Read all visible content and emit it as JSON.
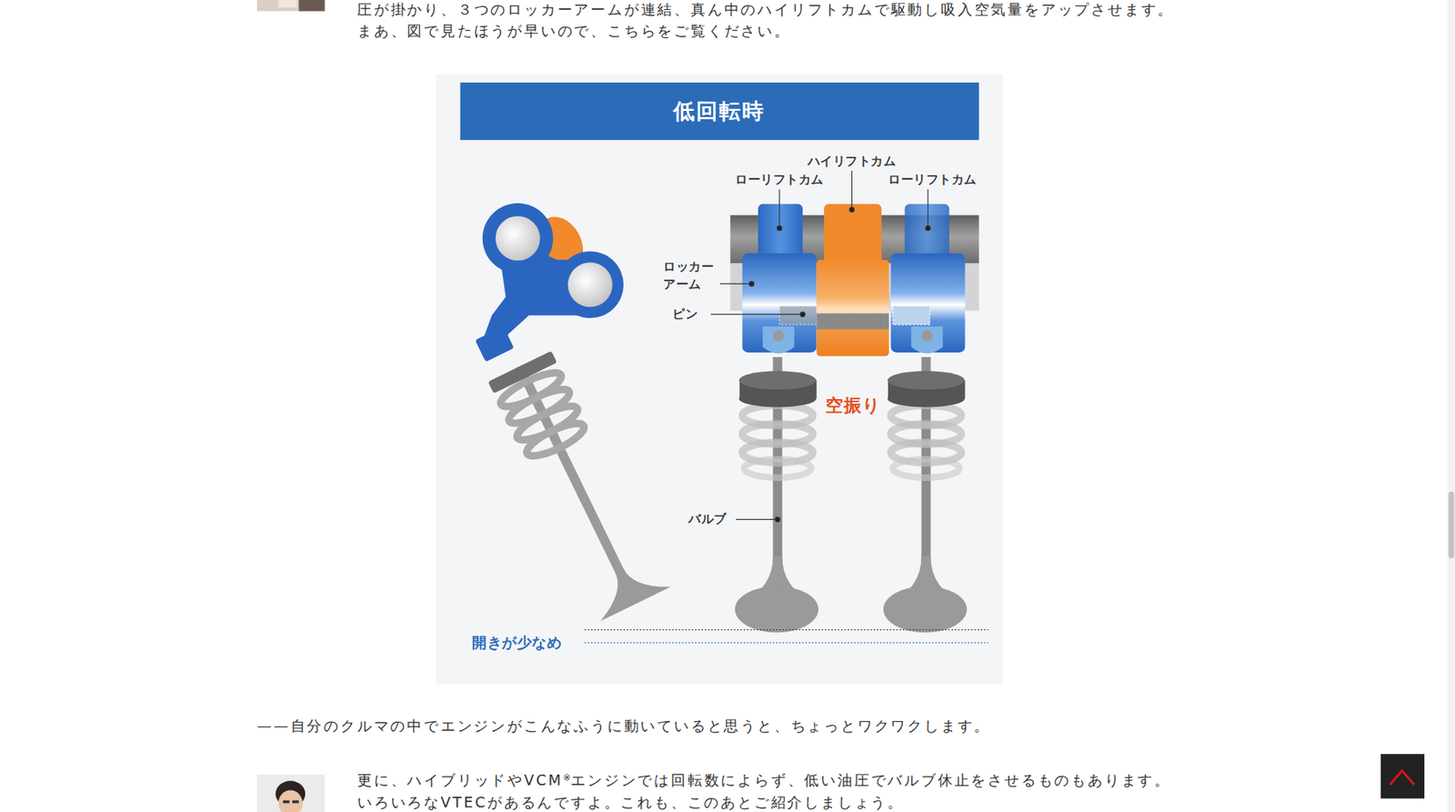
{
  "diagram": {
    "title": "低回転時",
    "labels": [
      "圧が掛かり、３つのロッカーアームが連結、真ん中のハイリフトカムで駆動し吸入空気量をアップさせます。",
      "まあ、図で見たほうが早いので、こちらをご覧ください。",
      "ハイリフトカム",
      "ローリフトカム",
      "ローリフトカム",
      "ロッカー アーム",
      "ピン",
      "空振り",
      "バルブ",
      "開きが少なめ",
      "——自分のクルマの中でエンジンがこんなふうに動いていると思うと、ちょっとワクワクします。",
      "更に、ハイブリッドやVCM",
      "※",
      "エンジンでは回転数によらず、低い油圧でバルブ休止をさせるものもあります。",
      "いろいろなVTECがあるんですよ。これも、このあとご紹介しましょう。"
    ]
  }
}
